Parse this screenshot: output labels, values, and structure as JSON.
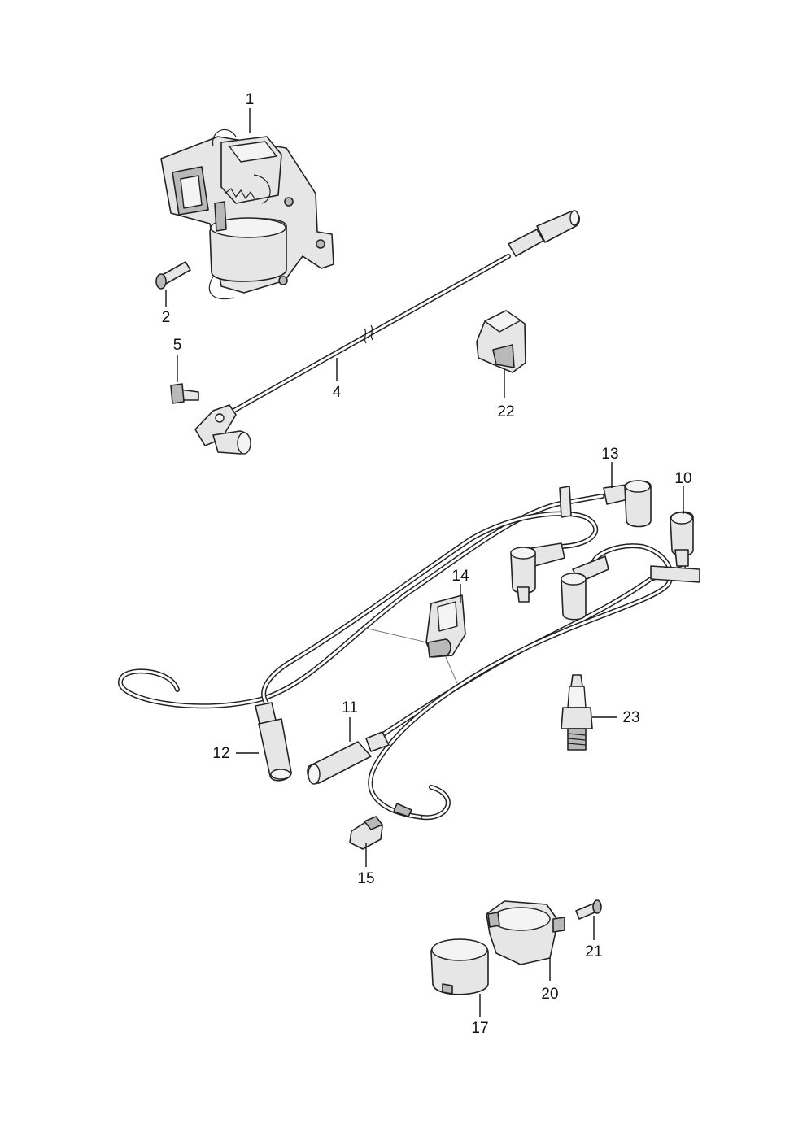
{
  "diagram": {
    "callouts": [
      {
        "id": "1",
        "text": "1"
      },
      {
        "id": "2",
        "text": "2"
      },
      {
        "id": "4",
        "text": "4"
      },
      {
        "id": "5",
        "text": "5"
      },
      {
        "id": "10",
        "text": "10"
      },
      {
        "id": "11",
        "text": "11"
      },
      {
        "id": "12",
        "text": "12"
      },
      {
        "id": "13",
        "text": "13"
      },
      {
        "id": "14",
        "text": "14"
      },
      {
        "id": "15",
        "text": "15"
      },
      {
        "id": "17",
        "text": "17"
      },
      {
        "id": "20",
        "text": "20"
      },
      {
        "id": "21",
        "text": "21"
      },
      {
        "id": "22",
        "text": "22"
      },
      {
        "id": "23",
        "text": "23"
      }
    ]
  }
}
